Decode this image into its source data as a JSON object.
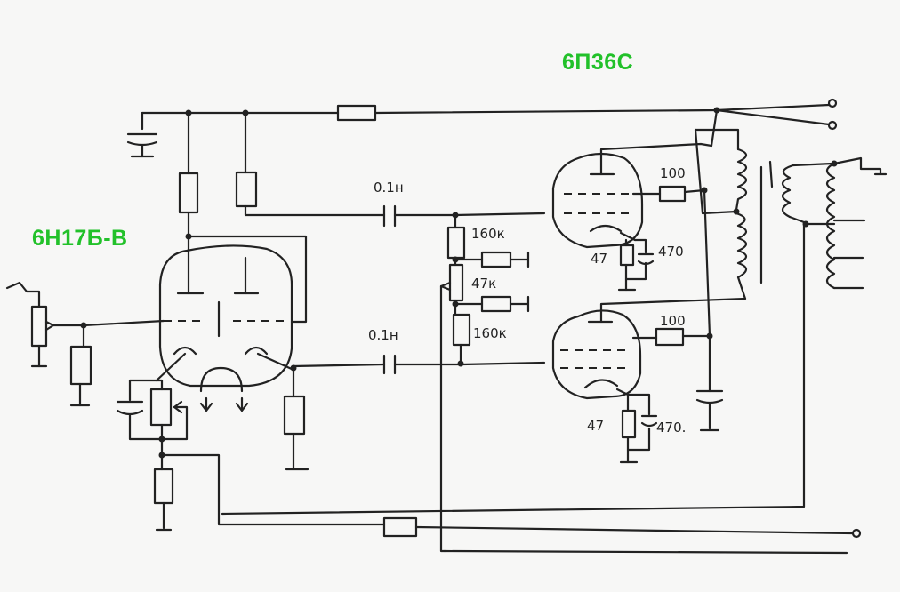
{
  "colors": {
    "label": "#22c12a",
    "ink": "#222222",
    "paper": "#f7f7f6"
  },
  "tubes": {
    "driver": "6Н17Б-В",
    "output": "6П36С"
  },
  "components": {
    "cap_top": "0.1н",
    "cap_bottom": "0.1н",
    "r_grid_top": "160к",
    "r_pot": "47к",
    "r_grid_bottom": "160к",
    "r_screen_top": "100",
    "r_screen_bottom": "100",
    "r_cath_top": "47",
    "c_cath_top": "470",
    "r_cath_bottom": "47",
    "c_cath_bottom": "470."
  }
}
